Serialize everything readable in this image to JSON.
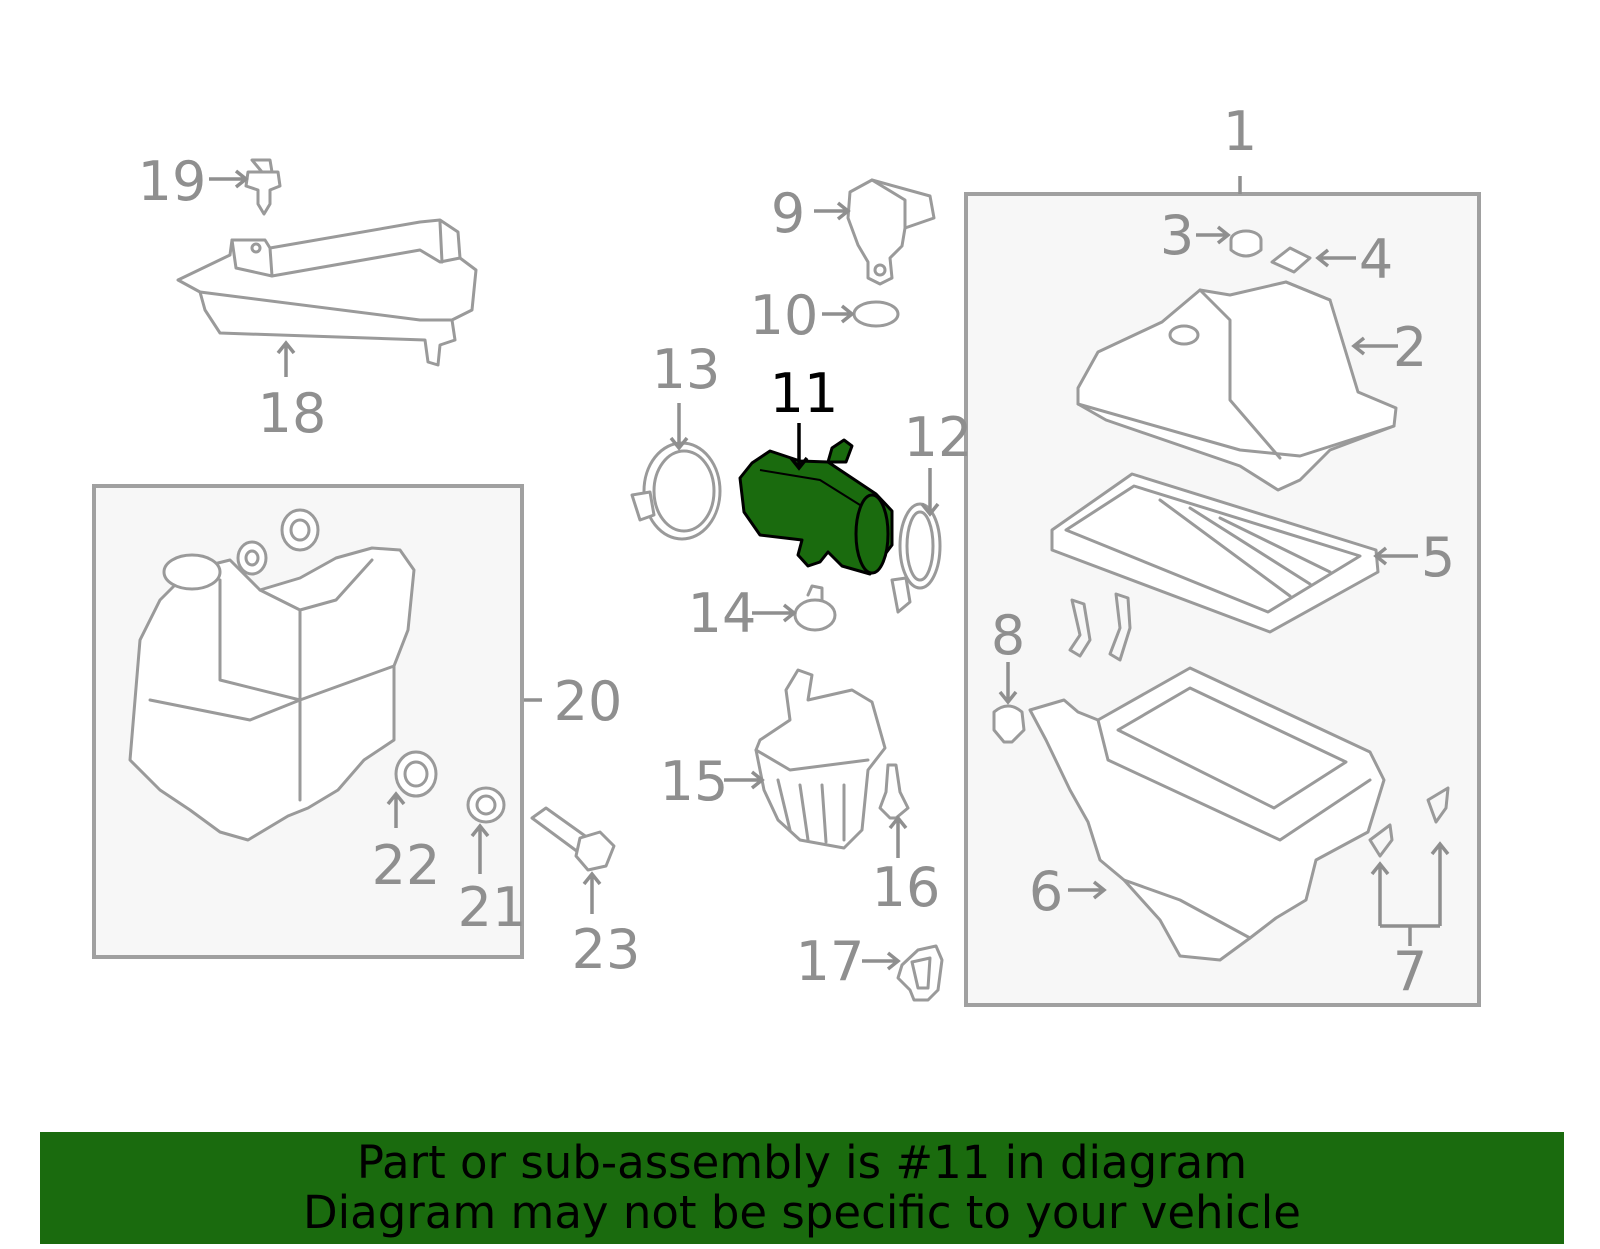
{
  "callouts": {
    "c1": "1",
    "c2": "2",
    "c3": "3",
    "c4": "4",
    "c5": "5",
    "c6": "6",
    "c7": "7",
    "c8": "8",
    "c9": "9",
    "c10": "10",
    "c11": "11",
    "c12": "12",
    "c13": "13",
    "c14": "14",
    "c15": "15",
    "c16": "16",
    "c17": "17",
    "c18": "18",
    "c19": "19",
    "c20": "20",
    "c21": "21",
    "c22": "22",
    "c23": "23"
  },
  "highlight": {
    "part_number": "11",
    "color": "#1a6b0e"
  },
  "colors": {
    "line_art": "#9a9a9a",
    "box_fill": "#f7f7f7",
    "footer_bg": "#1a6b0e",
    "footer_text": "#000000"
  },
  "footer": {
    "line1": "Part or sub-assembly is #11 in diagram",
    "line2": "Diagram may not be specific to your vehicle"
  }
}
